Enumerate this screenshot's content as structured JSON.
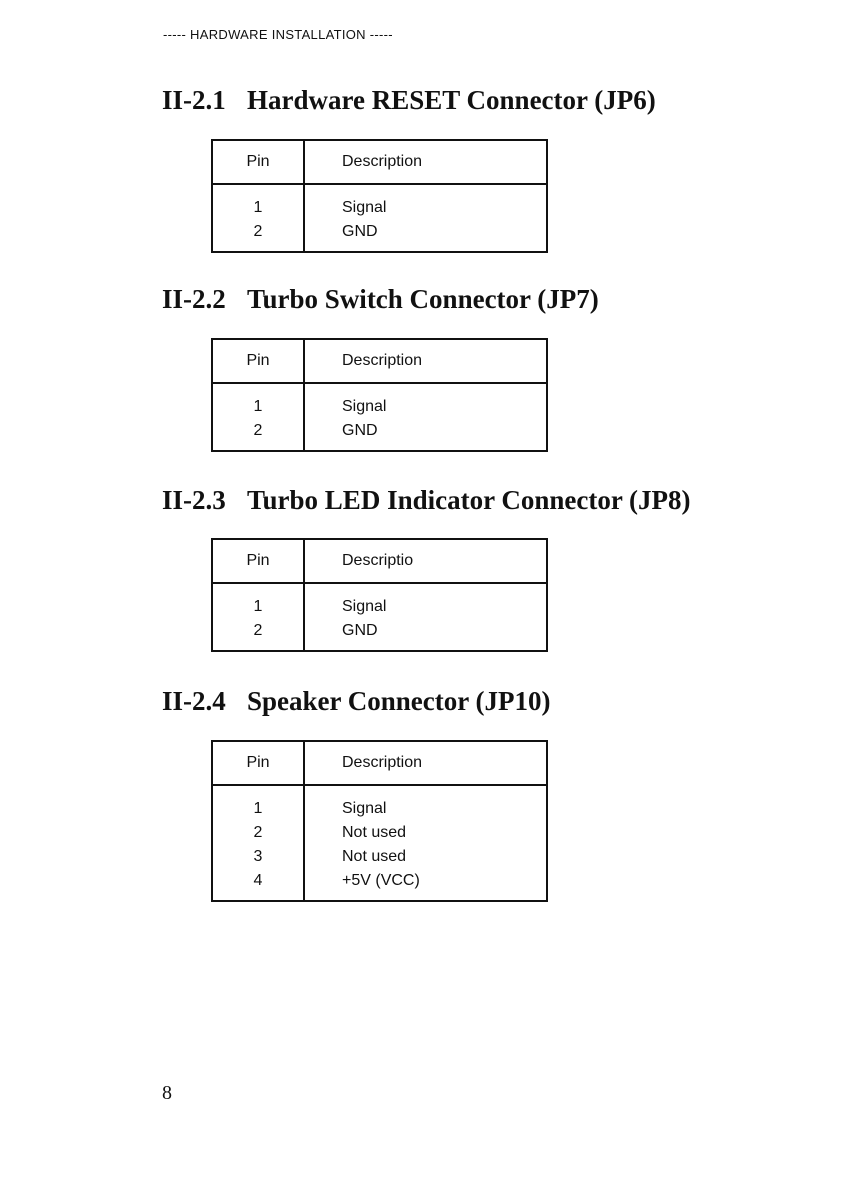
{
  "header": {
    "running_title": "----- HARDWARE INSTALLATION -----"
  },
  "sections": [
    {
      "number": "II-2.1",
      "title": "Hardware RESET Connector (JP6)",
      "table": {
        "col_pin": "Pin",
        "col_desc": "Description",
        "rows": [
          {
            "pin": "1",
            "desc": "Signal"
          },
          {
            "pin": "2",
            "desc": "GND"
          }
        ]
      }
    },
    {
      "number": "II-2.2",
      "title": "Turbo Switch Connector (JP7)",
      "table": {
        "col_pin": "Pin",
        "col_desc": "Description",
        "rows": [
          {
            "pin": "1",
            "desc": "Signal"
          },
          {
            "pin": "2",
            "desc": "GND"
          }
        ]
      }
    },
    {
      "number": "II-2.3",
      "title": "Turbo LED Indicator Connector (JP8)",
      "table": {
        "col_pin": "Pin",
        "col_desc": "Descriptio",
        "rows": [
          {
            "pin": "1",
            "desc": "Signal"
          },
          {
            "pin": "2",
            "desc": "GND"
          }
        ]
      }
    },
    {
      "number": "II-2.4",
      "title": "Speaker Connector (JP10)",
      "table": {
        "col_pin": "Pin",
        "col_desc": "Description",
        "rows": [
          {
            "pin": "1",
            "desc": "Signal"
          },
          {
            "pin": "2",
            "desc": "Not used"
          },
          {
            "pin": "3",
            "desc": "Not used"
          },
          {
            "pin": "4",
            "desc": "+5V (VCC)"
          }
        ]
      }
    }
  ],
  "footer": {
    "page_number": "8"
  }
}
